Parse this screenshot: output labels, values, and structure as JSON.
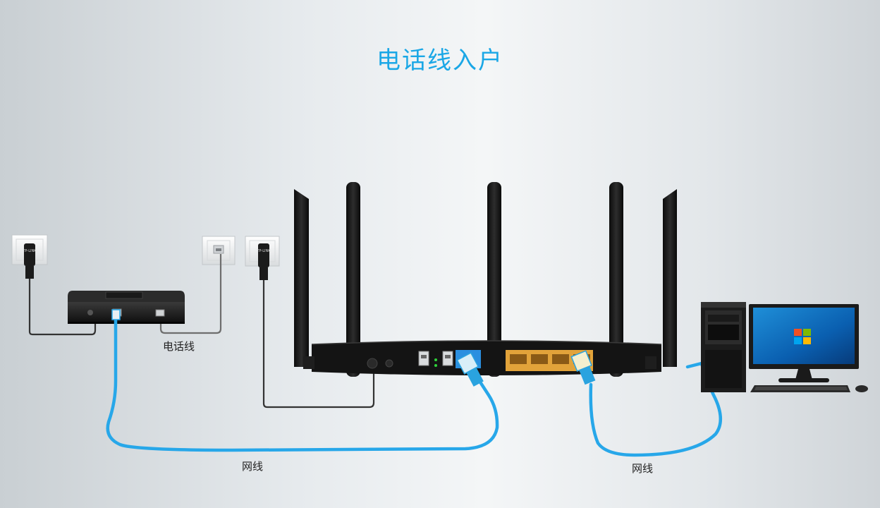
{
  "title": "电话线入户",
  "labels": {
    "phone_line": "电话线",
    "lan_cable_left": "网线",
    "lan_cable_right": "网线"
  },
  "plug_brand": "TP-LINK",
  "colors": {
    "title": "#1aa7e6",
    "ethernet_cable": "#27a7e9",
    "phone_cable": "#6e6e6e",
    "power_cable": "#333333",
    "router_body": "#151515",
    "lan_ports": "#e2a33a",
    "wan_port": "#2a8fe0"
  },
  "icons": [
    "wall-power-socket-icon",
    "phone-jack-icon",
    "modem-icon",
    "router-icon",
    "desktop-pc-icon",
    "monitor-icon",
    "keyboard-icon",
    "mouse-icon",
    "rj45-connector-icon"
  ]
}
